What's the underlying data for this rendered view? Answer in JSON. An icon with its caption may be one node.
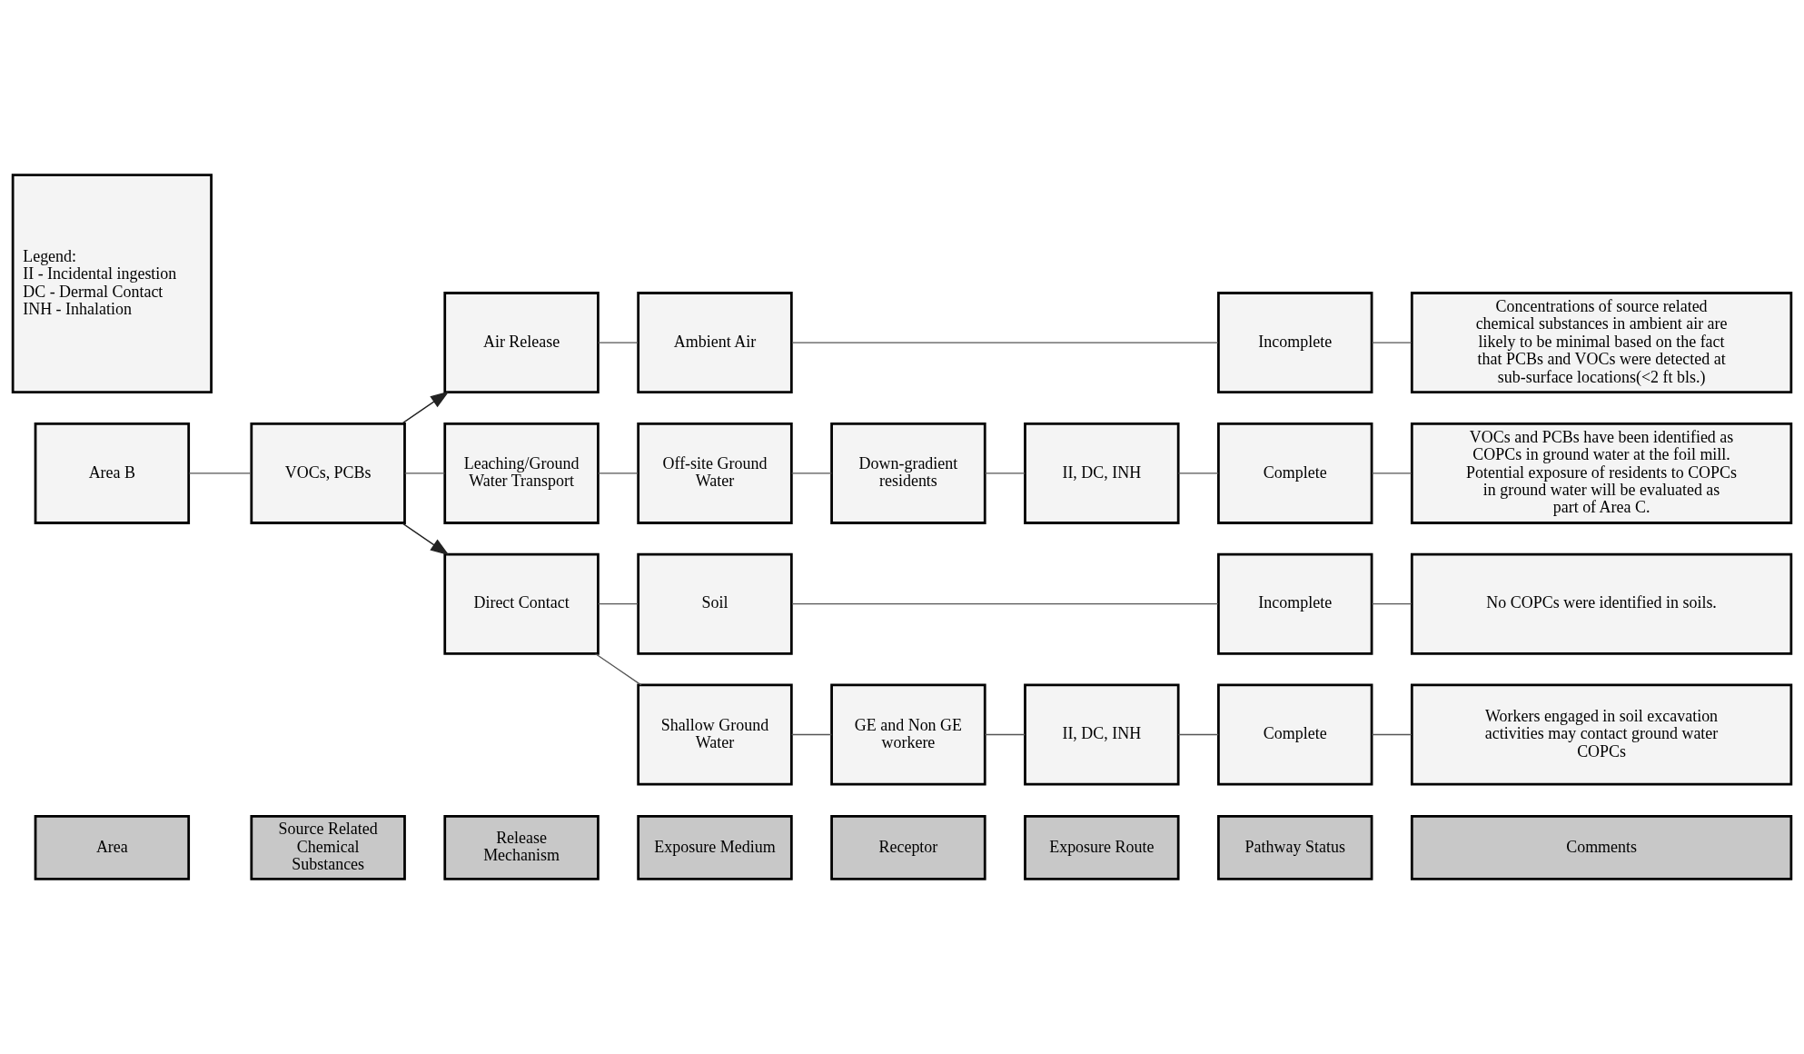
{
  "diagram": {
    "nodes": [
      {
        "text": [
          "Area"
        ]
      },
      {
        "text": [
          "Source Related Chemical Substances"
        ]
      },
      {
        "text": [
          "Release Mechanism"
        ]
      },
      {
        "text": [
          "Exposure Medium"
        ]
      },
      {
        "text": [
          "Receptor"
        ]
      },
      {
        "text": [
          "Exposure Route"
        ]
      },
      {
        "text": [
          "Pathway Status"
        ]
      },
      {
        "text": [
          "Comments"
        ]
      },
      {
        "text": [
          "Air Release"
        ]
      },
      {
        "text": [
          "Ambient Air"
        ]
      },
      {
        "text": [
          "Incomplete"
        ]
      },
      {
        "text": [
          "Concentrations of source related chemical substances in ambient air are likely to be minimal based on the fact that PCBs and VOCs were detected at sub-surface locations(<2 ft bls.)"
        ]
      },
      {
        "text": [
          "Area B"
        ]
      },
      {
        "text": [
          "VOCs, PCBs"
        ]
      },
      {
        "text": [
          "Leaching/Ground Water Transport"
        ]
      },
      {
        "text": [
          "Off-site Ground Water"
        ]
      },
      {
        "text": [
          "Down-gradient residents"
        ]
      },
      {
        "text": [
          "II, DC, INH"
        ]
      },
      {
        "text": [
          "Complete"
        ]
      },
      {
        "text": [
          "VOCs and PCBs have been identified as COPCs in ground water at the foil mill. Potential exposure of residents to COPCs in ground water will be evaluated as part of Area C."
        ]
      },
      {
        "text": [
          "Soil"
        ]
      },
      {
        "text": [
          "Incomplete"
        ]
      },
      {
        "text": [
          "No COPCs were identified in soils."
        ]
      },
      {
        "text": [
          "Direct Contact"
        ]
      },
      {
        "text": [
          "Shallow Ground Water"
        ]
      },
      {
        "text": [
          "GE and Non GE workere"
        ]
      },
      {
        "text": [
          "II, DC, INH"
        ]
      },
      {
        "text": [
          "Complete"
        ]
      },
      {
        "text": [
          "Workers engaged in soil excavation activities may contact ground water COPCs"
        ]
      },
      {
        "text": [
          "Legend:",
          "II - Incidental ingestion",
          "DC - Dermal Contact",
          "INH - Inhalation"
        ]
      }
    ],
    "edges": [
      {
        "from": 13,
        "to": 8,
        "arrow": "to"
      },
      {
        "from": 8,
        "to": 9,
        "arrow": "none"
      },
      {
        "from": 9,
        "to": 10,
        "arrow": "none"
      },
      {
        "from": 10,
        "to": 11,
        "arrow": "none"
      },
      {
        "from": 12,
        "to": 13,
        "arrow": "none"
      },
      {
        "from": 13,
        "to": 14,
        "arrow": "none"
      },
      {
        "from": 14,
        "to": 15,
        "arrow": "none"
      },
      {
        "from": 15,
        "to": 16,
        "arrow": "none"
      },
      {
        "from": 16,
        "to": 17,
        "arrow": "none"
      },
      {
        "from": 17,
        "to": 18,
        "arrow": "none"
      },
      {
        "from": 18,
        "to": 19,
        "arrow": "none"
      },
      {
        "from": 13,
        "to": 23,
        "arrow": "to"
      },
      {
        "from": 23,
        "to": 20,
        "arrow": "none"
      },
      {
        "from": 20,
        "to": 21,
        "arrow": "none"
      },
      {
        "from": 21,
        "to": 22,
        "arrow": "none"
      },
      {
        "from": 23,
        "to": 24,
        "arrow": "none"
      },
      {
        "from": 24,
        "to": 25,
        "arrow": "none"
      },
      {
        "from": 25,
        "to": 26,
        "arrow": "none"
      },
      {
        "from": 26,
        "to": 27,
        "arrow": "none"
      },
      {
        "from": 27,
        "to": 28,
        "arrow": "none"
      }
    ]
  }
}
